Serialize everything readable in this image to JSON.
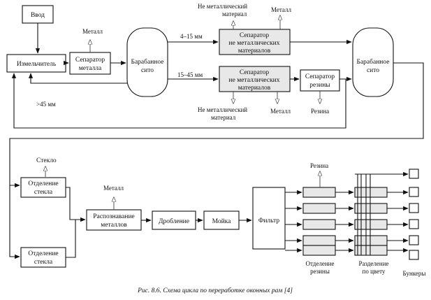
{
  "blocks": {
    "input": "Ввод",
    "shredder": "Измельчитель",
    "metal_separator": [
      "Сепаратор",
      "металла"
    ],
    "drum_sieve_1": [
      "Барабанное",
      "сито"
    ],
    "nonmetal_separator_top": [
      "Сепаратор",
      "не металлических",
      "материалов"
    ],
    "nonmetal_separator_bottom": [
      "Сепаратор",
      "не металлических",
      "материалов"
    ],
    "rubber_separator": [
      "Сепаратор",
      "резины"
    ],
    "drum_sieve_2": [
      "Барабанное",
      "сито"
    ],
    "glass_separation_1": [
      "Отделение",
      "стекла"
    ],
    "glass_separation_2": [
      "Отделение",
      "стекла"
    ],
    "metal_recognition": [
      "Распознавание",
      "металлов"
    ],
    "crushing": "Дробление",
    "washing": "Мойка",
    "filter": "Фильтр"
  },
  "labels": {
    "metal_1": "Металл",
    "nonmetal_top": [
      "Не металлический",
      "материал"
    ],
    "metal_top": "Металл",
    "size_4_15": "4–15 мм",
    "size_15_45": "15–45 мм",
    "size_over_45": ">45 мм",
    "nonmetal_bottom": [
      "Не металлический",
      "материал"
    ],
    "metal_bottom": "Металл",
    "rubber_out": "Резина",
    "glass": "Стекло",
    "metal_recog_out": "Металл",
    "rubber_2": "Резина",
    "rubber_separation": [
      "Отделение",
      "резины"
    ],
    "color_separation": [
      "Разделение",
      "по цвету"
    ],
    "bunkers": "Бункеры"
  },
  "caption": "Рис. 8.6. Схема цикла по переработке оконных рам [4]"
}
